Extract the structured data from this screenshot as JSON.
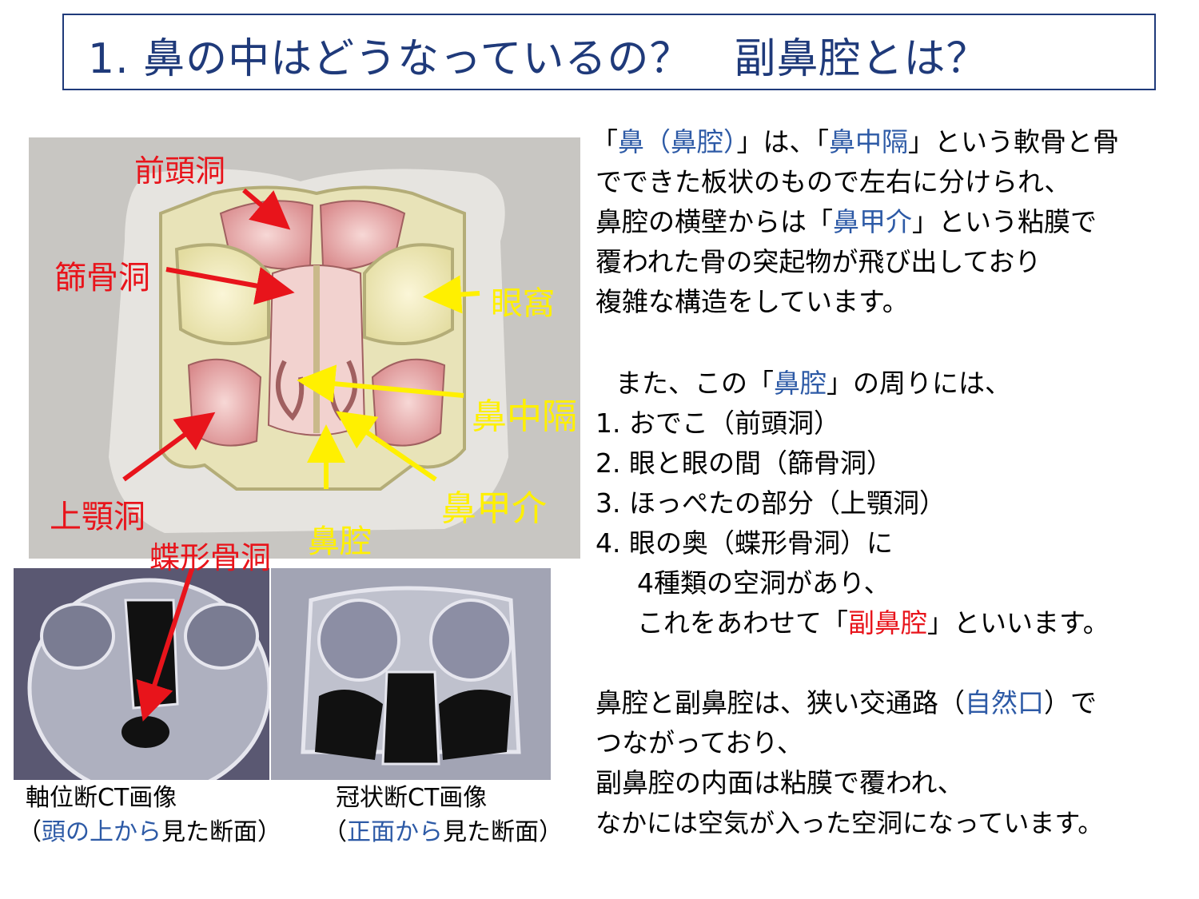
{
  "title": "1. 鼻の中はどうなっているの？　副鼻腔とは？",
  "diagram_labels": {
    "frontal": "前頭洞",
    "ethmoid": "篩骨洞",
    "orbit": "眼窩",
    "septum": "鼻中隔",
    "maxillary": "上顎洞",
    "turbinate": "鼻甲介",
    "nasal_cavity": "鼻腔",
    "sphenoid": "蝶形骨洞"
  },
  "captions": {
    "axial_line1": "軸位断CT画像",
    "axial_paren_open": "（",
    "axial_blue": "頭の上から",
    "axial_rest": "見た断面）",
    "coronal_line1": "冠状断CT画像",
    "coronal_paren_open": "（",
    "coronal_blue": "正面から",
    "coronal_rest": "見た断面）"
  },
  "para1": {
    "l1_a": "「",
    "l1_b": "鼻（鼻腔）",
    "l1_c": "」は、「",
    "l1_d": "鼻中隔",
    "l1_e": "」という軟骨と骨",
    "l2": "でできた板状のもので左右に分けられ、",
    "l3_a": "鼻腔の横壁からは「",
    "l3_b": "鼻甲介",
    "l3_c": "」という粘膜で",
    "l4": "覆われた骨の突起物が飛び出しており",
    "l5": "複雑な構造をしています。"
  },
  "para2": {
    "l1_a": "また、この「",
    "l1_b": "鼻腔",
    "l1_c": "」の周りには、",
    "items": [
      "1. おでこ（前頭洞）",
      "2. 眼と眼の間（篩骨洞）",
      "3. ほっぺたの部分（上顎洞）",
      "4. 眼の奥（蝶形骨洞）に"
    ],
    "l6": "4種類の空洞があり、",
    "l7_a": "これをあわせて「",
    "l7_b": "副鼻腔",
    "l7_c": "」といいます。"
  },
  "para3": {
    "l1_a": "鼻腔と副鼻腔は、狭い交通路（",
    "l1_b": "自然口",
    "l1_c": "）で",
    "l2": "つながっており、",
    "l3": "副鼻腔の内面は粘膜で覆われ、",
    "l4": "なかには空気が入った空洞になっています。"
  },
  "colors": {
    "title": "#1f3a7a",
    "red": "#e8141b",
    "yellow": "#fff000",
    "blue": "#2d5aa6"
  }
}
